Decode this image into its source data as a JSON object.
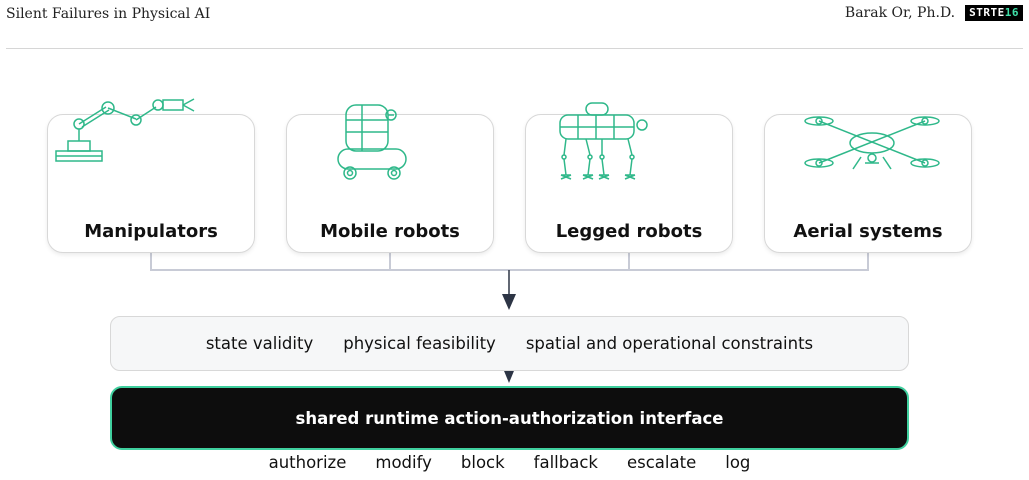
{
  "header": {
    "title": "Silent Failures in Physical AI",
    "author": "Barak Or, Ph.D.",
    "logo_main": "STRTE",
    "logo_accent": "16"
  },
  "platforms": [
    {
      "label": "Manipulators",
      "icon": "robot-arm-icon"
    },
    {
      "label": "Mobile robots",
      "icon": "mobile-robot-icon"
    },
    {
      "label": "Legged robots",
      "icon": "legged-robot-icon"
    },
    {
      "label": "Aerial systems",
      "icon": "drone-icon"
    }
  ],
  "constraints": [
    "state validity",
    "physical feasibility",
    "spatial and operational constraints"
  ],
  "interface_label": "shared runtime action-authorization interface",
  "actions": [
    "authorize",
    "modify",
    "block",
    "fallback",
    "escalate",
    "log"
  ],
  "colors": {
    "accent": "#3fcf9e",
    "icon_stroke": "#2fb88a",
    "connector": "#c8cbd6",
    "arrow": "#2d3545",
    "interface_bg": "#0d0d0d"
  }
}
